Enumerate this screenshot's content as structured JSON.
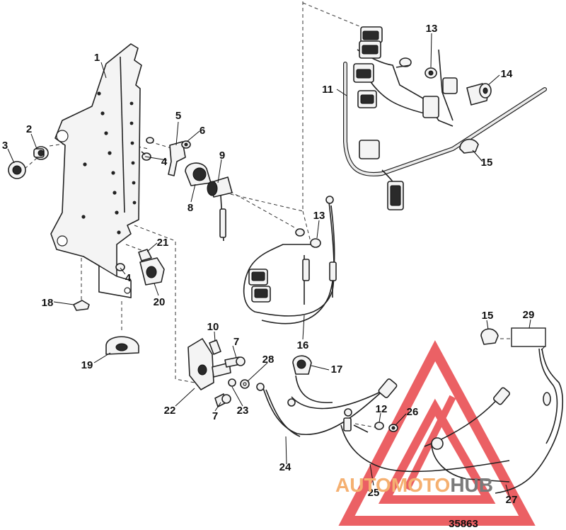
{
  "figure_number": "35863",
  "watermark": {
    "part1": "AUTO",
    "part2": "MOTO",
    "part3": "HUB",
    "color_orange": "#f5b071",
    "color_gray": "#7a7a7a",
    "color_red": "#e8454a"
  },
  "callouts": [
    {
      "id": "c1",
      "label": "1"
    },
    {
      "id": "c2",
      "label": "2"
    },
    {
      "id": "c3",
      "label": "3"
    },
    {
      "id": "c4a",
      "label": "4"
    },
    {
      "id": "c4b",
      "label": "4"
    },
    {
      "id": "c5",
      "label": "5"
    },
    {
      "id": "c6",
      "label": "6"
    },
    {
      "id": "c7a",
      "label": "7"
    },
    {
      "id": "c7b",
      "label": "7"
    },
    {
      "id": "c8",
      "label": "8"
    },
    {
      "id": "c9",
      "label": "9"
    },
    {
      "id": "c10",
      "label": "10"
    },
    {
      "id": "c11",
      "label": "11"
    },
    {
      "id": "c12",
      "label": "12"
    },
    {
      "id": "c13a",
      "label": "13"
    },
    {
      "id": "c13b",
      "label": "13"
    },
    {
      "id": "c14",
      "label": "14"
    },
    {
      "id": "c15a",
      "label": "15"
    },
    {
      "id": "c15b",
      "label": "15"
    },
    {
      "id": "c16",
      "label": "16"
    },
    {
      "id": "c17",
      "label": "17"
    },
    {
      "id": "c18",
      "label": "18"
    },
    {
      "id": "c19",
      "label": "19"
    },
    {
      "id": "c20",
      "label": "20"
    },
    {
      "id": "c21",
      "label": "21"
    },
    {
      "id": "c22",
      "label": "22"
    },
    {
      "id": "c23",
      "label": "23"
    },
    {
      "id": "c24",
      "label": "24"
    },
    {
      "id": "c25",
      "label": "25"
    },
    {
      "id": "c26",
      "label": "26"
    },
    {
      "id": "c27",
      "label": "27"
    },
    {
      "id": "c28",
      "label": "28"
    },
    {
      "id": "c29",
      "label": "29"
    }
  ]
}
